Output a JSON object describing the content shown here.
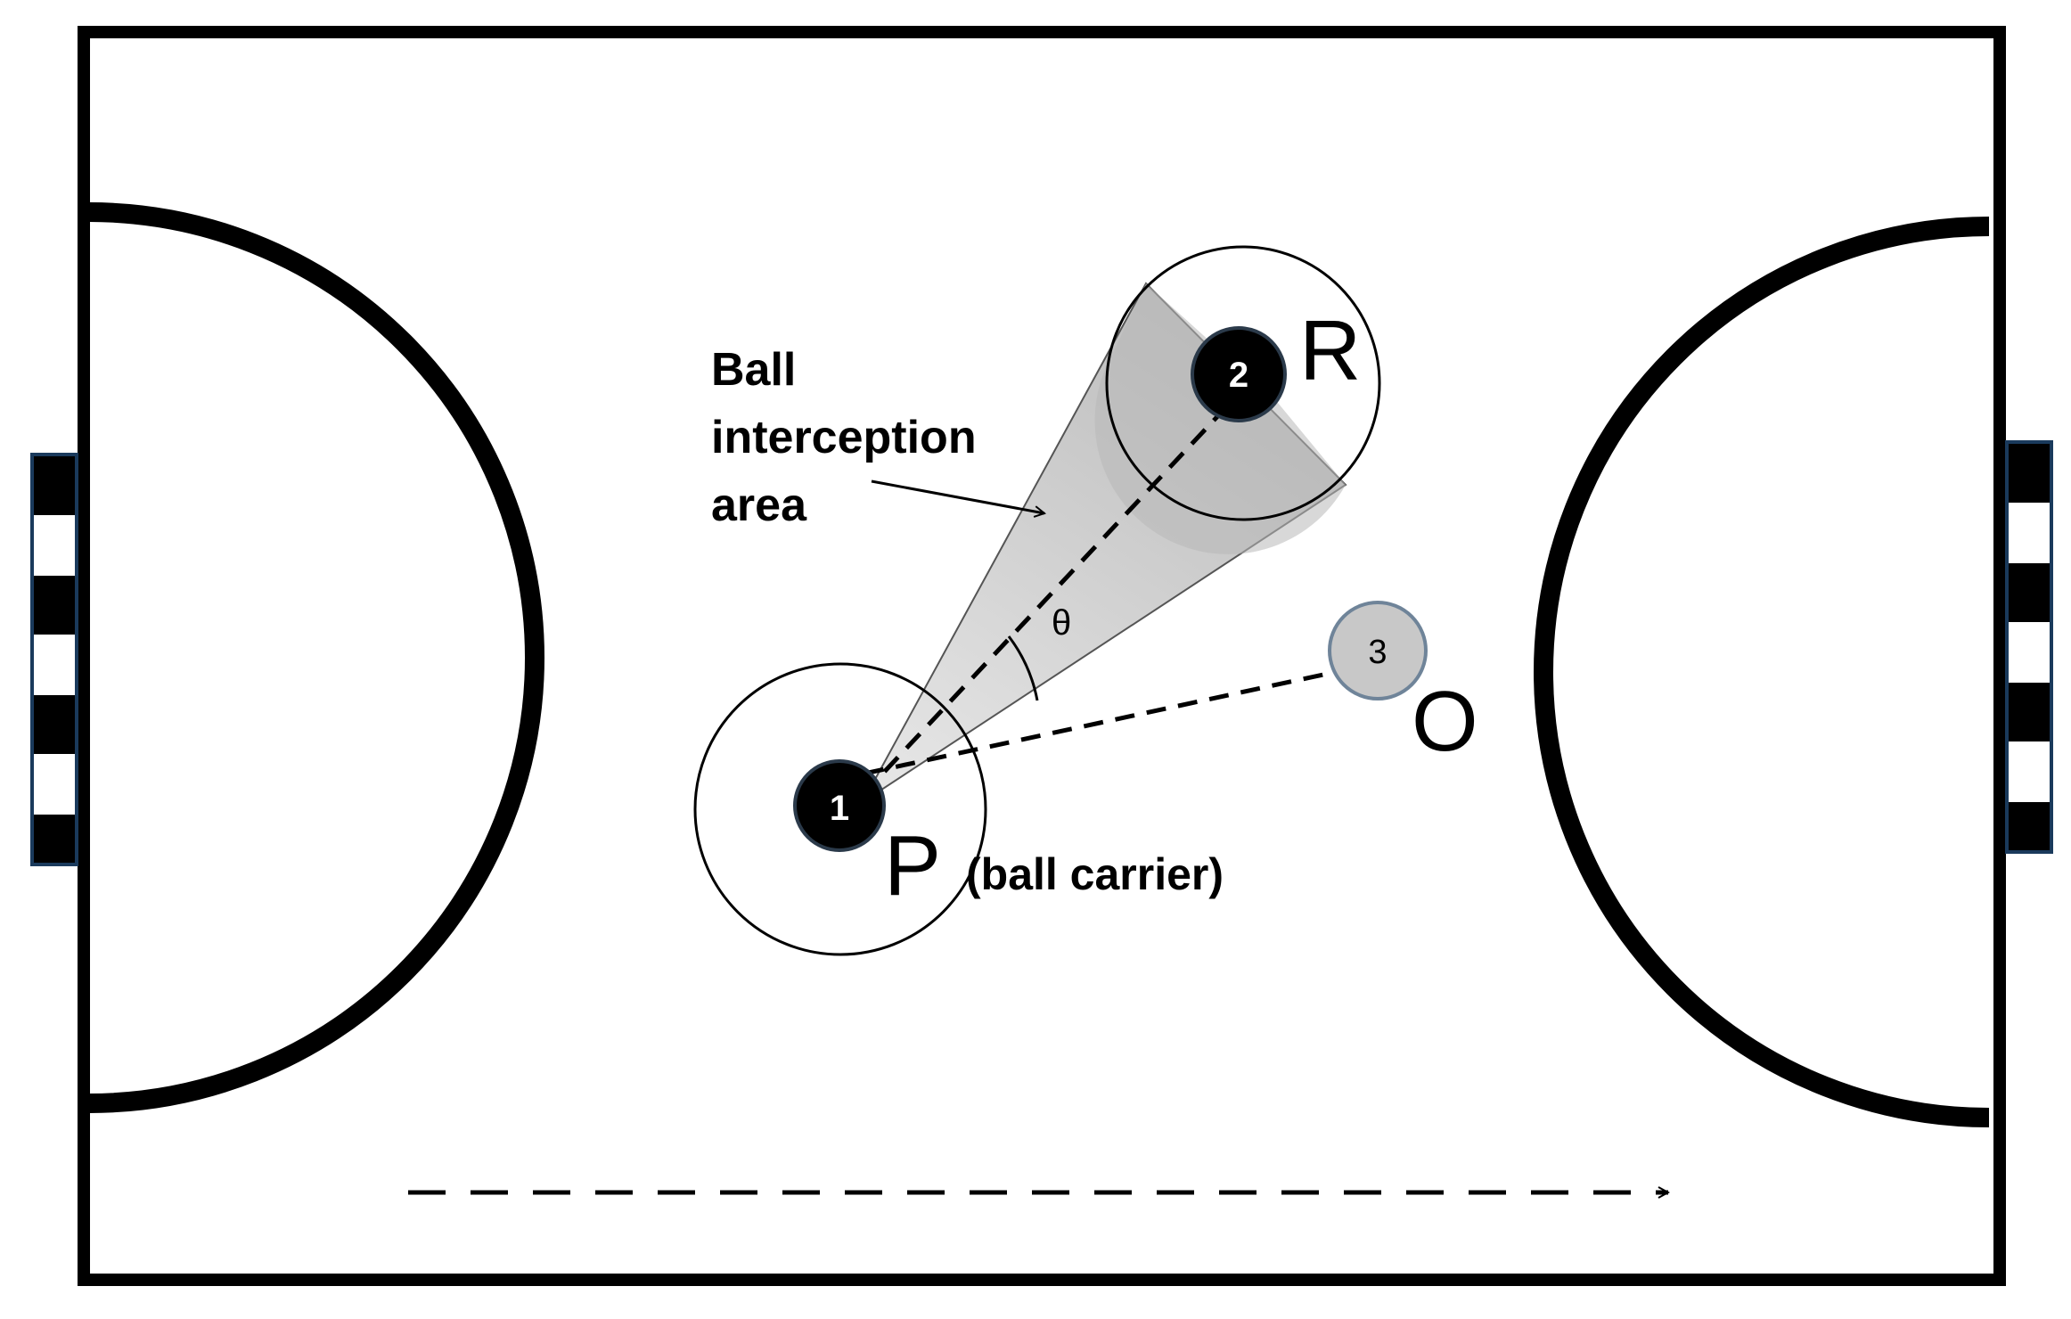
{
  "players": {
    "passer": {
      "number": "1",
      "letter": "P",
      "note": "(ball carrier)"
    },
    "receiver": {
      "number": "2",
      "letter": "R"
    },
    "opponent": {
      "number": "3",
      "letter": "O"
    }
  },
  "annotations": {
    "interception_area": [
      "Ball",
      "interception",
      "area"
    ],
    "angle_symbol": "θ"
  },
  "colors": {
    "lines": "#000000",
    "teammate_fill": "#000000",
    "opponent_fill": "#c8c8c8",
    "cone_fill": "#d4d4d4",
    "goal_trim": "#1a3a5c"
  }
}
